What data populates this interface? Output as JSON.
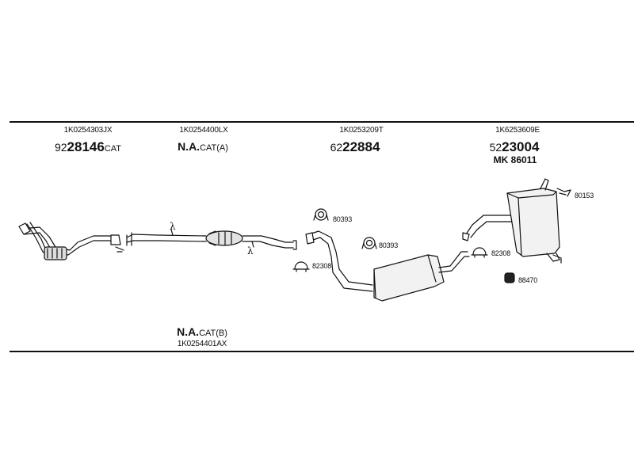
{
  "columns": [
    {
      "part_number": "1K0254303JX",
      "prefix": "92",
      "code": "28146",
      "suffix": "CAT"
    },
    {
      "part_number": "1K0254400LX",
      "code": "N.A.",
      "suffix": "CAT(A)"
    },
    {
      "part_number": "1K0253209T",
      "prefix": "62",
      "code": "22884"
    },
    {
      "part_number": "1K6253609E",
      "prefix": "52",
      "code": "23004",
      "mk": "MK  86011"
    }
  ],
  "bottom": {
    "code": "N.A.",
    "suffix": "CAT(B)",
    "part_number": "1K0254401AX"
  },
  "tags": {
    "t80393a": "80393",
    "t80393b": "80393",
    "t82308a": "82308",
    "t82308b": "82308",
    "t80153": "80153",
    "t88470": "88470"
  },
  "lambda": "λ"
}
